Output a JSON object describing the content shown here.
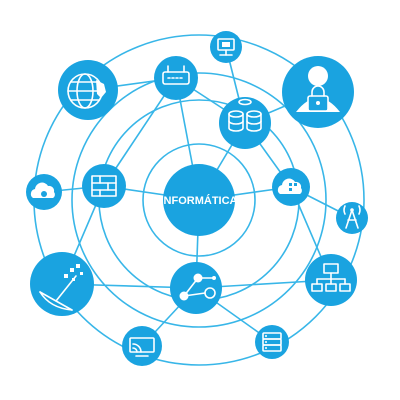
{
  "diagram": {
    "center_label": "INFORMÁTICA",
    "colors": {
      "primary": "#1aa3e0",
      "line": "#38b6e8",
      "glyph": "#ffffff"
    },
    "nodes": [
      {
        "id": "center",
        "icon": "informatica-hub"
      },
      {
        "id": "globe",
        "icon": "globe-icon"
      },
      {
        "id": "router",
        "icon": "router-icon"
      },
      {
        "id": "network-monitor",
        "icon": "monitor-network-icon"
      },
      {
        "id": "user-lock",
        "icon": "user-lock-icon"
      },
      {
        "id": "database",
        "icon": "database-icon"
      },
      {
        "id": "cloud-gear",
        "icon": "cloud-gear-icon"
      },
      {
        "id": "firewall",
        "icon": "firewall-icon"
      },
      {
        "id": "cloud-grid",
        "icon": "cloud-grid-icon"
      },
      {
        "id": "antenna",
        "icon": "antenna-icon"
      },
      {
        "id": "satellite",
        "icon": "satellite-dish-icon"
      },
      {
        "id": "share",
        "icon": "share-icon"
      },
      {
        "id": "org-network",
        "icon": "org-network-icon"
      },
      {
        "id": "cast-monitor",
        "icon": "cast-monitor-icon"
      },
      {
        "id": "server",
        "icon": "server-icon"
      }
    ]
  }
}
